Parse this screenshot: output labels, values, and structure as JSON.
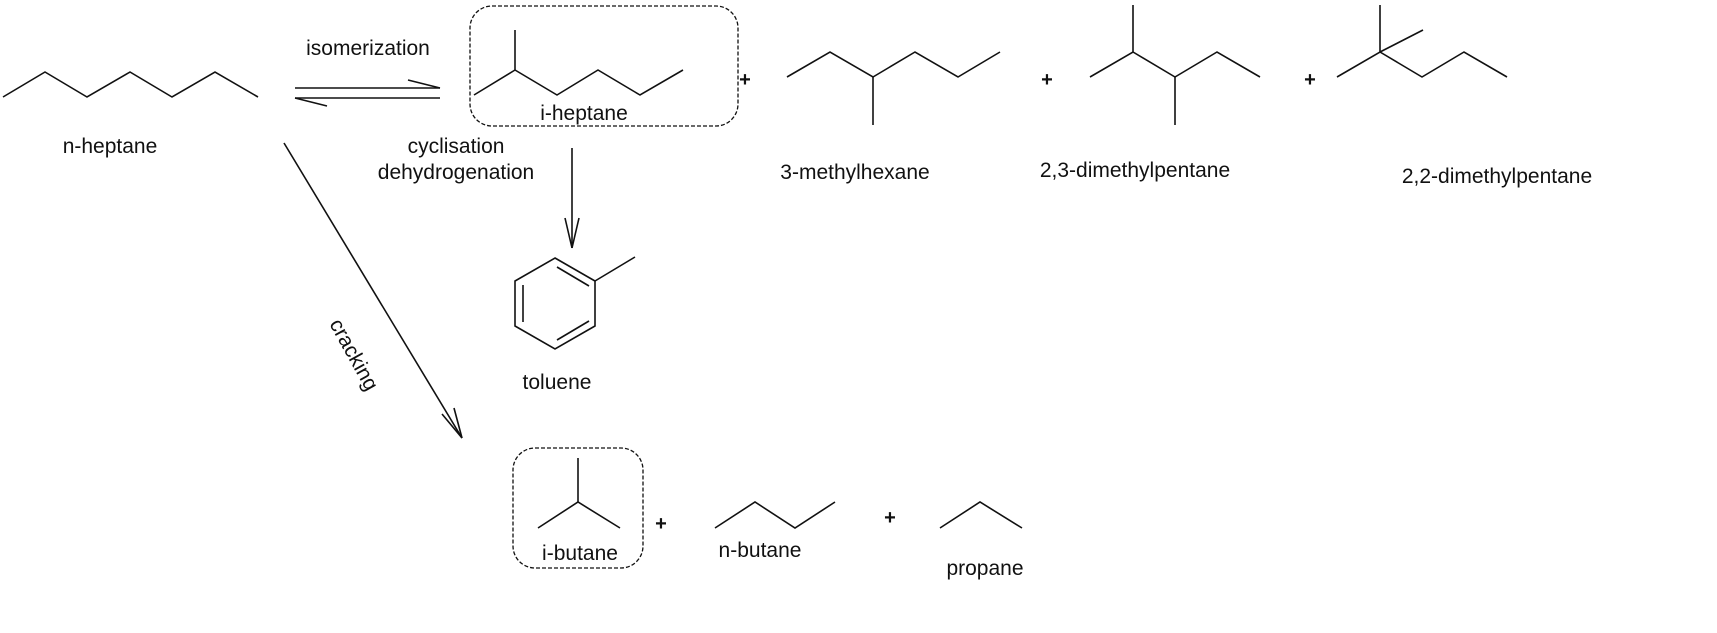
{
  "reactant": {
    "label": "n-heptane"
  },
  "reactions": {
    "isomerization": "isomerization",
    "cyclisation": "cyclisation",
    "dehydrogenation": "dehydrogenation",
    "cracking": "cracking"
  },
  "isomers": [
    {
      "label": "i-heptane"
    },
    {
      "label": "3-methylhexane"
    },
    {
      "label": "2,3-dimethylpentane"
    },
    {
      "label": "2,2-dimethylpentane"
    }
  ],
  "aromatic": {
    "label": "toluene"
  },
  "cracking_products": [
    {
      "label": "i-butane"
    },
    {
      "label": "n-butane"
    },
    {
      "label": "propane"
    }
  ],
  "plus_sign": "+"
}
